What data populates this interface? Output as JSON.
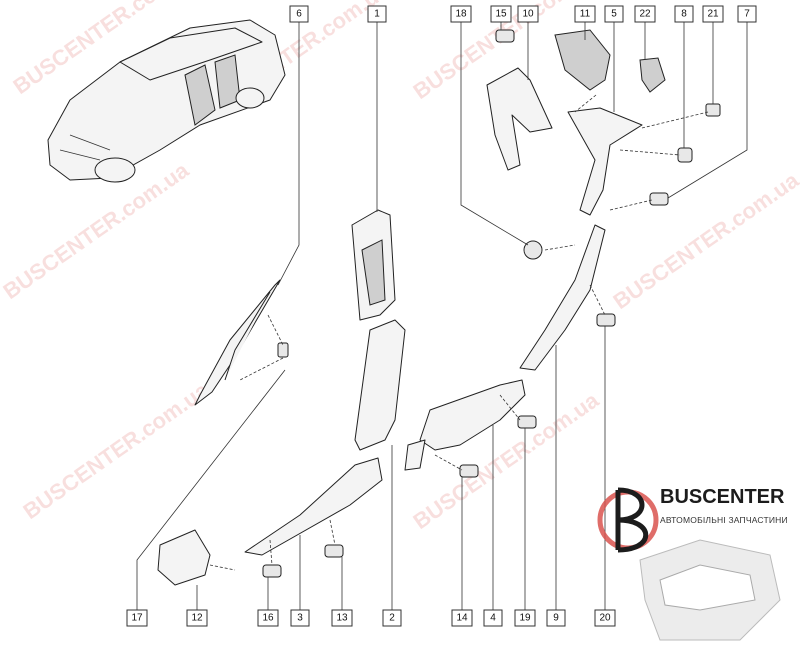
{
  "callouts": [
    "6",
    "1",
    "18",
    "15",
    "10",
    "11",
    "5",
    "22",
    "8",
    "21",
    "7",
    "17",
    "12",
    "16",
    "3",
    "13",
    "2",
    "14",
    "4",
    "19",
    "9",
    "20"
  ],
  "watermark": {
    "brand": "BUSCENTER",
    "domain": ".com.ua"
  },
  "logo": {
    "name": "BUSCENTER",
    "tagline": "АВТОМОБІЛЬНІ ЗАПЧАСТИНИ",
    "colors": {
      "accent": "#d9534f",
      "text": "#1c1c1c"
    }
  }
}
